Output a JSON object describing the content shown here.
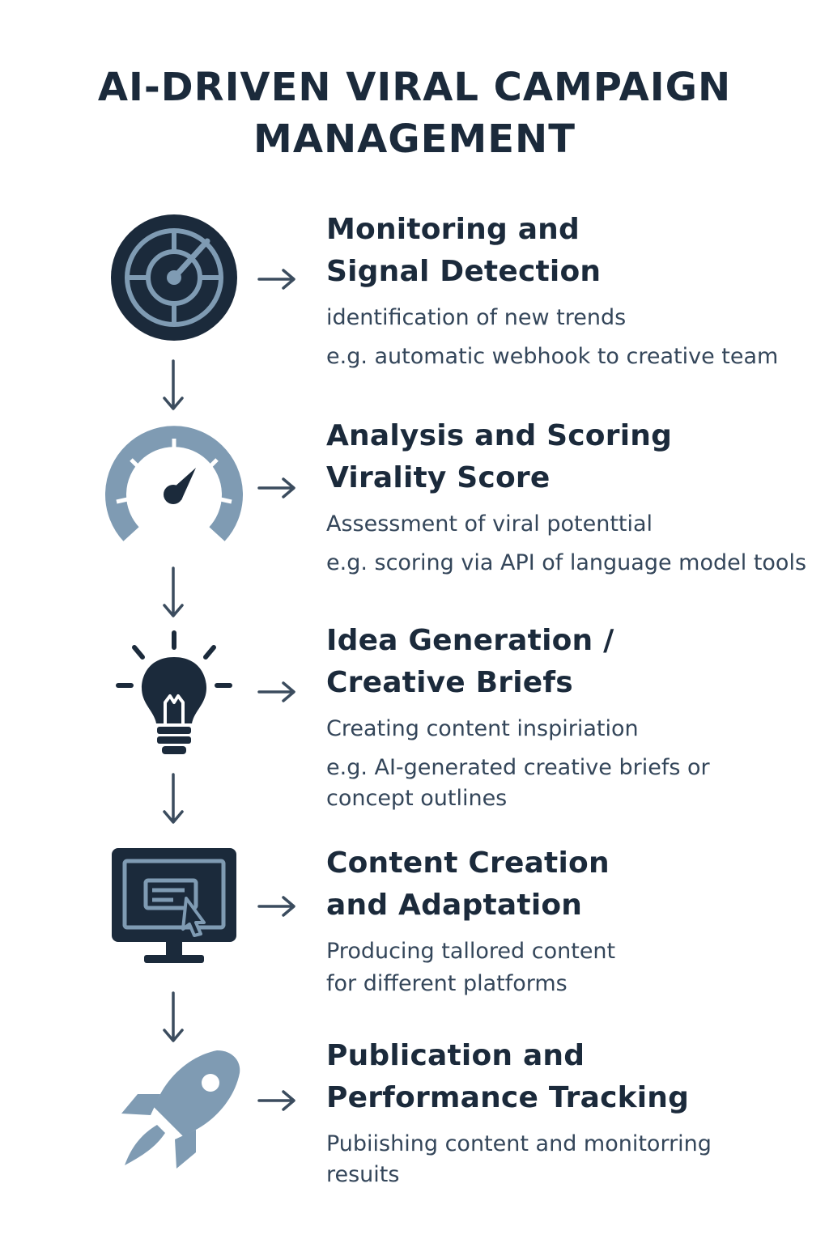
{
  "title": {
    "line1": "AI-DRIVEN VIRAL CAMPAIGN",
    "line2": "MANAGEMENT"
  },
  "colors": {
    "dark": "#1b2a3b",
    "muted_blue": "#7f9bb3",
    "text_secondary": "#34465a",
    "arrow": "#3b4c5e"
  },
  "steps": [
    {
      "icon": "radar-icon",
      "title_line1": "Monitoring and",
      "title_line2": "Signal Detection",
      "description": "identification of new trends",
      "example": "e.g. automatic webhook to creative team"
    },
    {
      "icon": "speedometer-icon",
      "title_line1": "Analysis and Scoring",
      "title_line2": "Virality Score",
      "description": "Assessment of viral potenttial",
      "example": "e.g. scoring via API of language model tools"
    },
    {
      "icon": "lightbulb-icon",
      "title_line1": "Idea Generation /",
      "title_line2": "Creative Briefs",
      "description": "Creating content inspiriation",
      "example_line1": "e.g. AI-generated creative briefs or",
      "example_line2": "concept outlines"
    },
    {
      "icon": "monitor-icon",
      "title_line1": "Content Creation",
      "title_line2": "and Adaptation",
      "description_line1": "Producing tallored content",
      "description_line2": "for different platforms"
    },
    {
      "icon": "rocket-icon",
      "title_line1": "Publication and",
      "title_line2": "Performance Tracking",
      "description_line1": "Pubiishing content and monitorring",
      "description_line2": "resuits"
    }
  ]
}
